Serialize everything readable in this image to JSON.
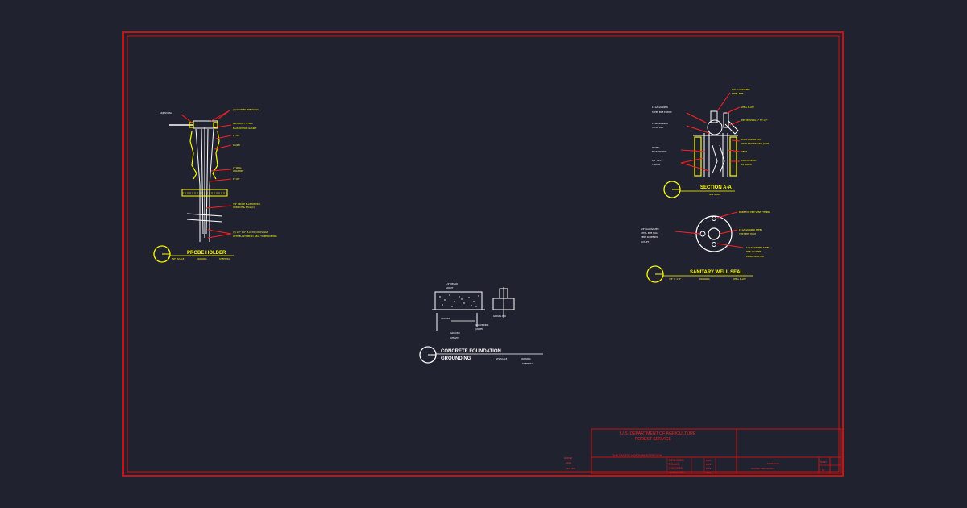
{
  "colors": {
    "background": "#212230",
    "border": "#cc1111",
    "drawing_white": "#ffffff",
    "drawing_yellow": "#ffff00",
    "leader_red": "#ff2020"
  },
  "probe_holder": {
    "title": "PROBE HOLDER",
    "scale_left": "NTS SCALE",
    "scale_mid": "DRAWING",
    "scale_right": "SHEET NO.",
    "labels": [
      "ADJUSTABLE",
      "(2) SLOTTED PIPE PLUGS",
      "PRESSURE FITTING",
      "ELASTOMERIC GASKET",
      "2\" CPT",
      "PLUMB",
      "2\" WELL",
      "GROMMET",
      "1\" CPT",
      "3/4\" PROBE ELASTOMERIC",
      "CONDUIT & SEAL (2)",
      "(2) 1/2\" X 6\" PLASTIC COUPLINGS",
      "WITH ELASTOMERIC SEAL TO REDRIPPING"
    ]
  },
  "section_aa": {
    "title": "SECTION A-A",
    "scale": "NTS SCALE",
    "labels_left": [
      "1\" GALVANIZED",
      "STEEL PIPE ELBOW",
      "1\" GALVANIZED",
      "STEEL PIPE",
      "PROBE",
      "ELASTOMERIC",
      "1/2\" PVC",
      "TUBING"
    ],
    "labels_right": [
      "1/2\" GALVANIZED",
      "STEEL PIPE",
      "WELL PLATE",
      "PIPE BUSHING 1\" TO 1/2\"",
      "WELL CASING PIPE",
      "WITH SELF-SEALING JOINT",
      "VENT",
      "ELASTOMERIC",
      "RETAINER"
    ]
  },
  "sanitary_well_seal": {
    "title": "SANITARY WELL SEAL",
    "scale_left": "3/4\" = 1'-0\"",
    "scale_mid": "DRAWING",
    "scale_right": "WELL PLATE",
    "labels_left": [
      "3/4\" GALVANIZED",
      "STEEL PIPE HOLE",
      "VENT SCREENED",
      "OUTLET"
    ],
    "labels_right": [
      "BORE FOR PIPE VENT FITTING",
      "1\" GALVANIZED STEEL",
      "VENT PIPE HOLE",
      "1\" GALVANIZED STEEL",
      "PIPE ADAPTER",
      "PROBE ADAPTER"
    ]
  },
  "concrete_foundation": {
    "title_line1": "CONCRETE FOUNDATION",
    "title_line2": "GROUNDING",
    "scale": "NTS SCALE",
    "drawing": "DRAWING",
    "sheet": "SHEET NO.",
    "labels": [
      "1/2\" REBAR",
      "GROUT",
      "GRAVEL PAD",
      "GROUNDING",
      "JUMPER",
      "GROUND",
      "GROUND",
      "LENGTH"
    ]
  },
  "title_block": {
    "agency_line1": "U.S. DEPARTMENT OF AGRICULTURE",
    "agency_line2": "FOREST SERVICE",
    "region": "THE PACIFIC NORTHWEST REGION",
    "rows": [
      "DESIGNED",
      "DRAWN",
      "CHECKED",
      "APPROVED"
    ],
    "date_label": "DATE",
    "project_line1": "STAFF GAGE",
    "project_line2": "SANITARY WELL DETAILS",
    "sheet_label": "SHEET",
    "of_label": "OF",
    "notes": [
      "MARKER",
      "GAGE",
      "REV. DATE"
    ]
  }
}
